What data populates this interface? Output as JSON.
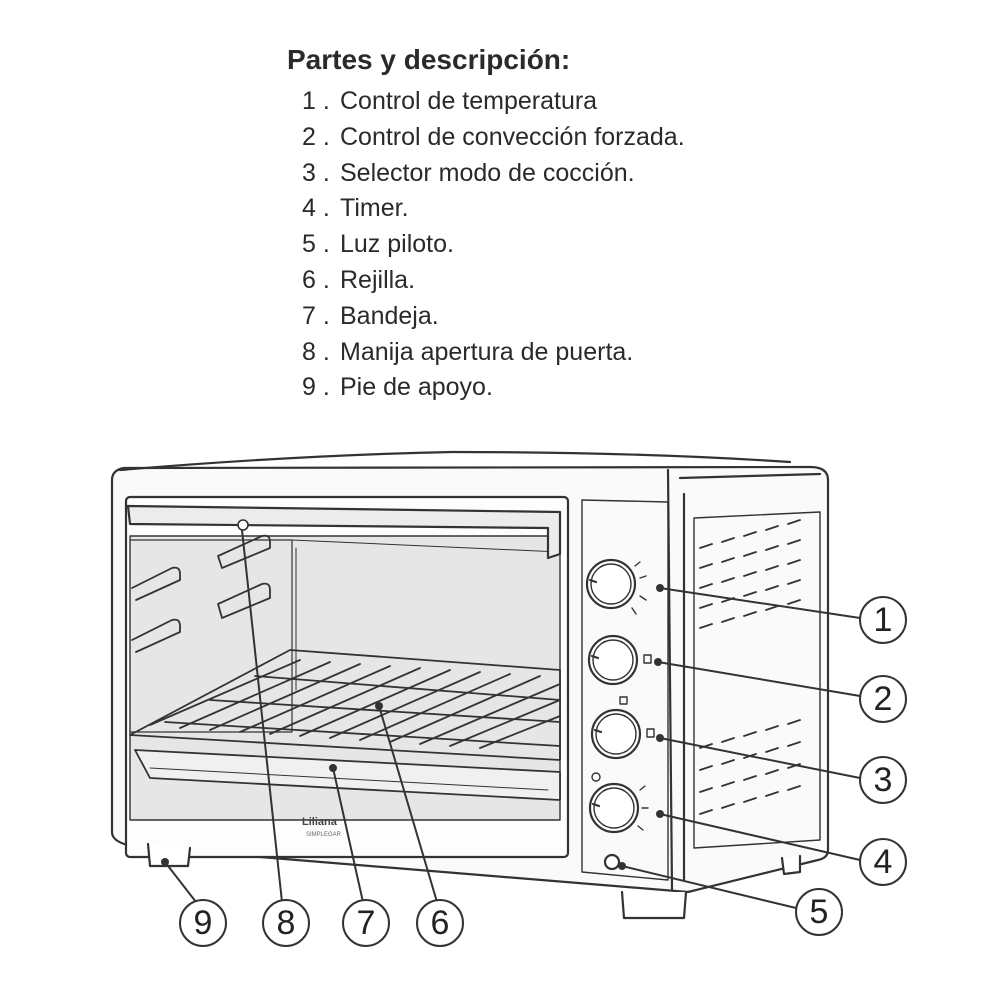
{
  "heading": "Partes y descripción:",
  "parts": [
    {
      "num": "1 .",
      "label": "Control de temperatura"
    },
    {
      "num": "2 .",
      "label": "Control de convección forzada."
    },
    {
      "num": "3 .",
      "label": "Selector modo de cocción."
    },
    {
      "num": "4 .",
      "label": "Timer."
    },
    {
      "num": "5 .",
      "label": "Luz piloto."
    },
    {
      "num": "6 .",
      "label": "Rejilla."
    },
    {
      "num": "7 .",
      "label": "Bandeja."
    },
    {
      "num": "8 .",
      "label": "Manija apertura de puerta."
    },
    {
      "num": "9 .",
      "label": "Pie de apoyo."
    }
  ],
  "callouts": [
    "1",
    "2",
    "3",
    "4",
    "5",
    "6",
    "7",
    "8",
    "9"
  ],
  "brand": {
    "name": "Liliana",
    "model": "SIMPLEGAR"
  }
}
